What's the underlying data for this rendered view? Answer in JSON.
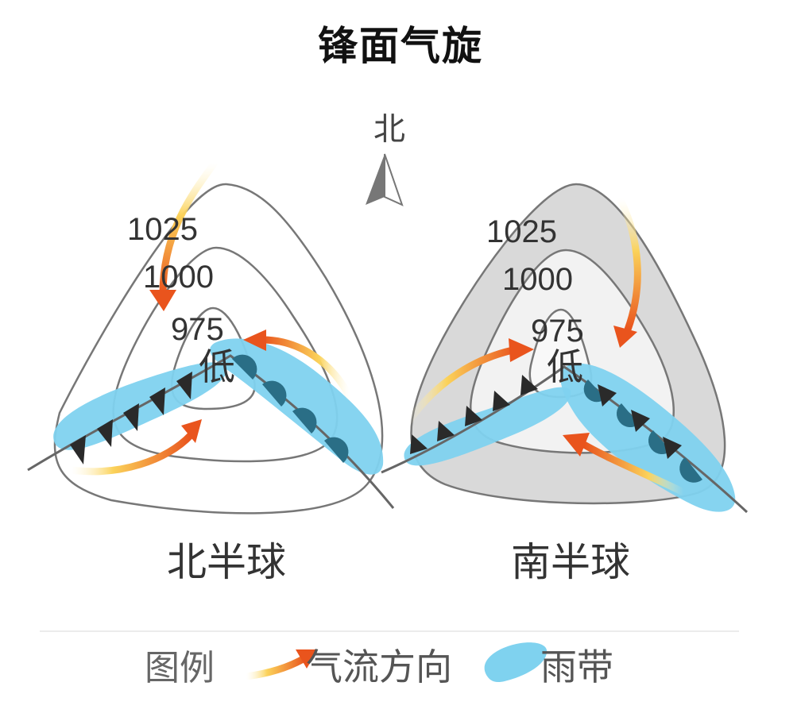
{
  "title": "锋面气旋",
  "compass": {
    "label": "北"
  },
  "northern": {
    "label": "北半球",
    "isobars": [
      "1025",
      "1000",
      "975"
    ],
    "low": "低"
  },
  "southern": {
    "label": "南半球",
    "isobars": [
      "1025",
      "1000",
      "975"
    ],
    "low": "低"
  },
  "legend": {
    "heading": "图例",
    "airflow": "气流方向",
    "rainband": "雨带"
  },
  "colors": {
    "rain": "#7fd2ef",
    "arrow_start": "#fde9a0",
    "arrow_end": "#e9541d",
    "front": "#2a2a2a",
    "isobar": "#707070",
    "shade_outer": "#d9d9d9",
    "shade_inner": "#f2f2f2"
  }
}
